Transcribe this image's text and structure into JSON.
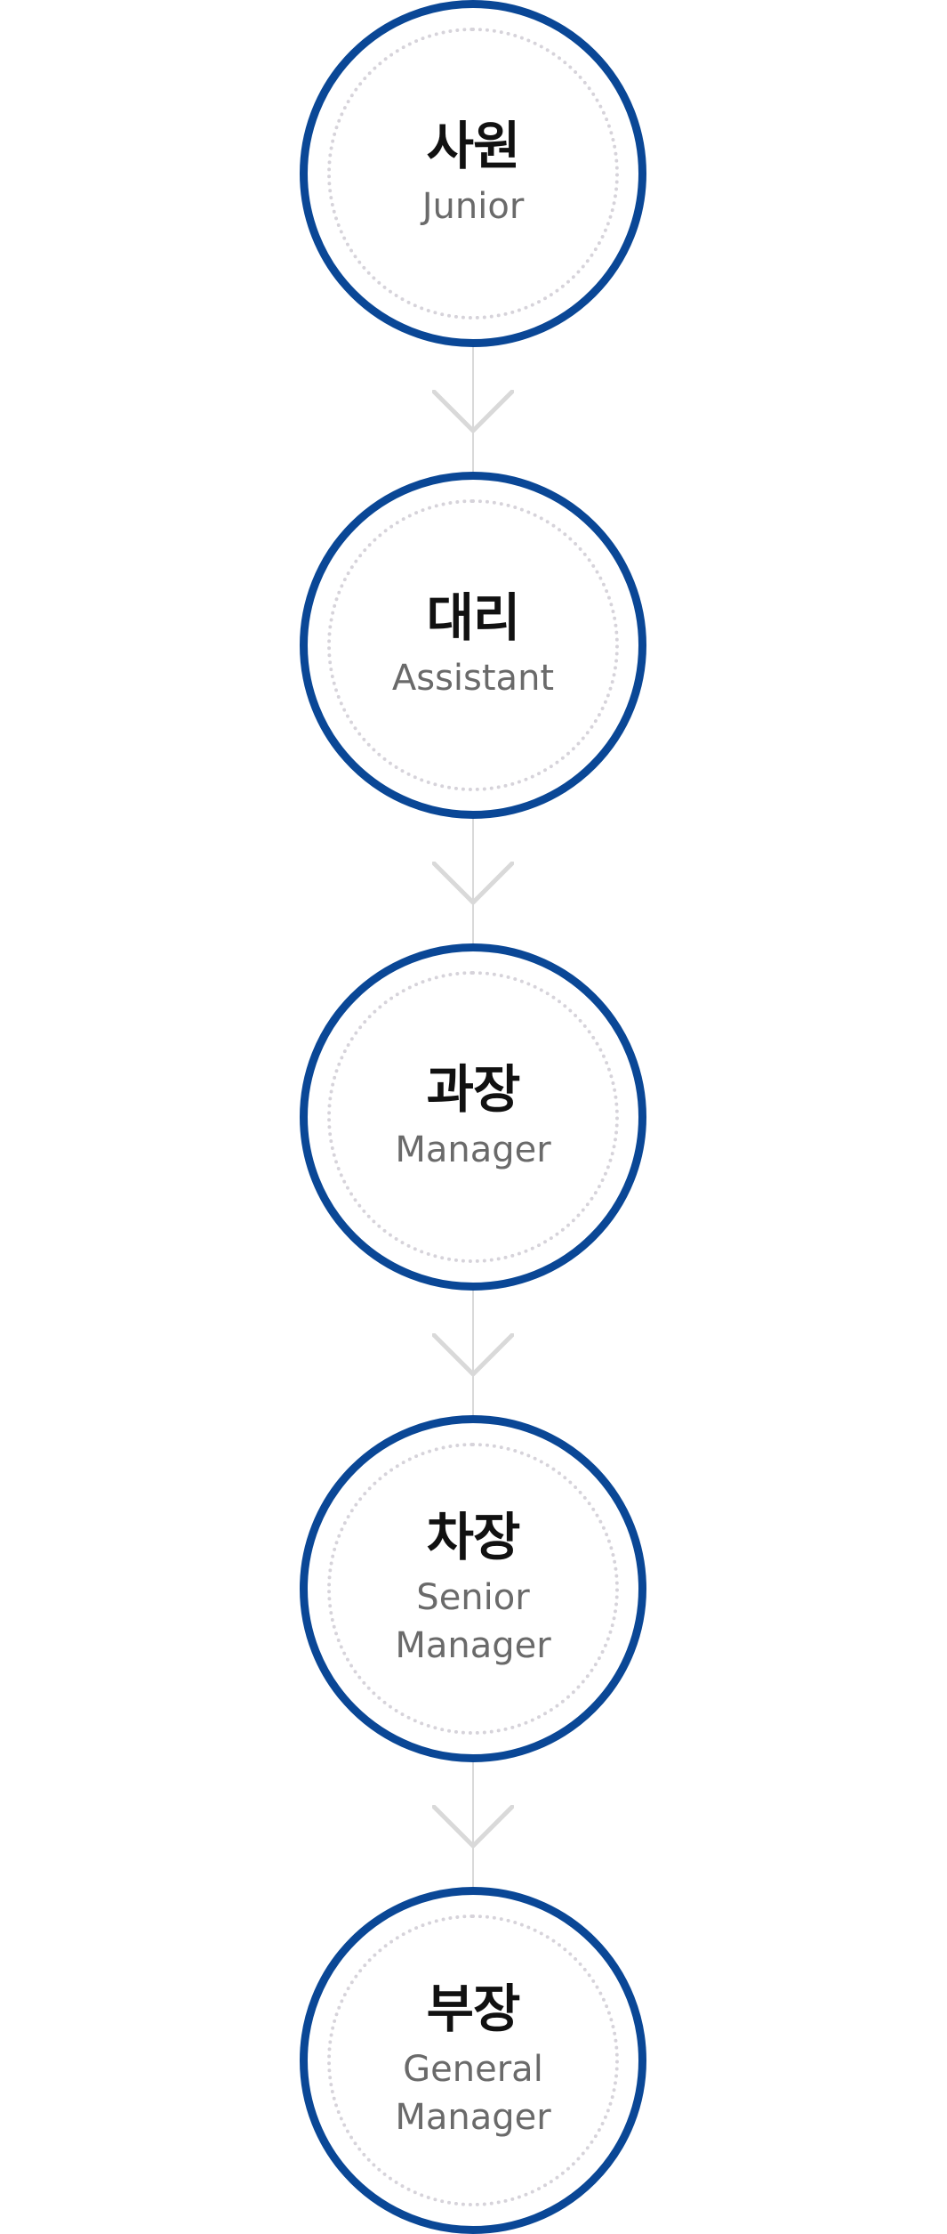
{
  "career_path": {
    "stages": [
      {
        "title": "사원",
        "subtitle": "Junior"
      },
      {
        "title": "대리",
        "subtitle": "Assistant"
      },
      {
        "title": "과장",
        "subtitle": "Manager"
      },
      {
        "title": "차장",
        "subtitle": "Senior\nManager"
      },
      {
        "title": "부장",
        "subtitle": "General\nManager"
      }
    ]
  },
  "colors": {
    "ring": "#0a4796",
    "connector": "#d9d9d9",
    "dotted_ring": "#d6d3da",
    "title_text": "#111111",
    "subtitle_text": "#6a6a6a"
  },
  "icons": {
    "arrow": "chevron-down-icon"
  }
}
